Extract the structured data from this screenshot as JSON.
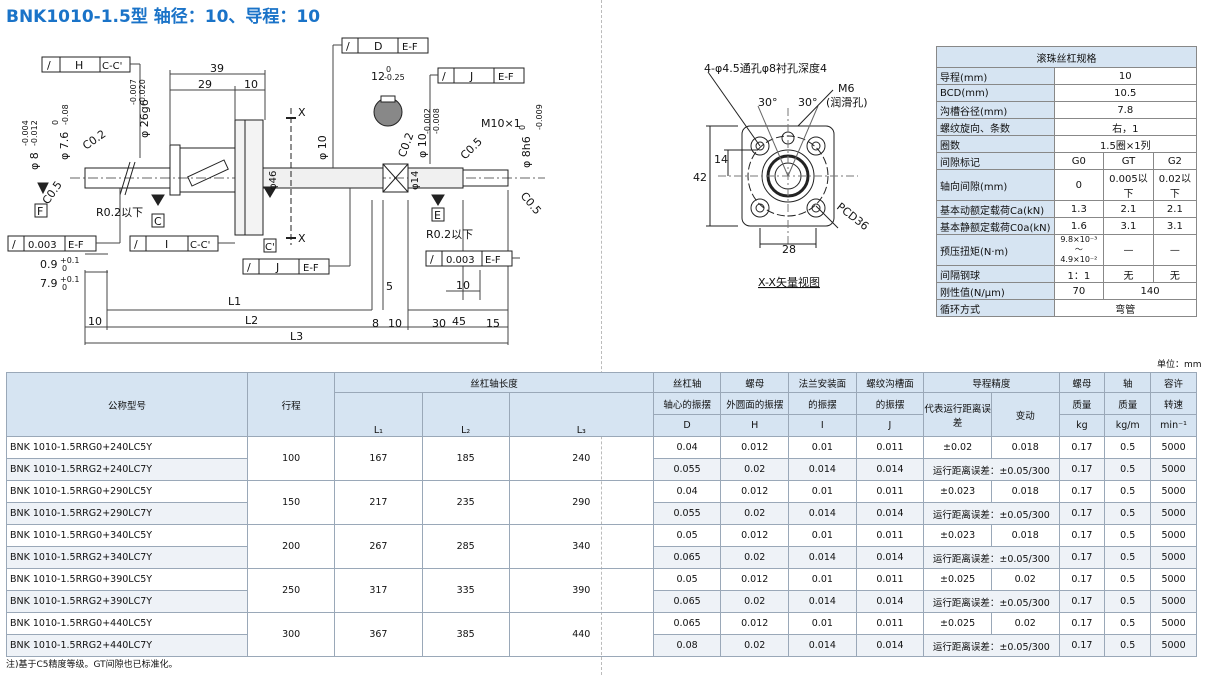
{
  "title": "BNK1010-1.5型 轴径：10、导程：10",
  "drawing": {
    "dims": {
      "d39": "39",
      "d29": "29",
      "d10a": "10",
      "d12": "12",
      "d12_tol_up": "0",
      "d12_tol_low": "-0.25",
      "m10": "M10×1",
      "phi26": "φ 26g6",
      "phi26_tol_up": "-0.007",
      "phi26_tol_low": "-0.020",
      "phi10": "φ 10",
      "phi10b": "φ 10",
      "phi10b_tol_up": "-0.002",
      "phi10b_tol_low": "-0.008",
      "phi8h6": "φ 8h6",
      "phi8h6_tol_up": "0",
      "phi8h6_tol_low": "-0.009",
      "phi8": "φ 8",
      "phi8_tol_up": "-0.004",
      "phi8_tol_low": "-0.012",
      "phi7_6": "φ 7.6",
      "phi7_6_tol": "-0.08",
      "phi7_6_tol_up": "0",
      "phi46": "φ46",
      "phi14": "φ14",
      "c02a": "C0.2",
      "c05a": "C0.5",
      "c02b": "C0.2",
      "c05b": "C0.5",
      "c05c": "C0.5",
      "r02a": "R0.2以下",
      "r02b": "R0.2以下",
      "d0_9": "0.9",
      "d0_9_tol_up": "+0.1",
      "d0_9_tol_low": "0",
      "d7_9": "7.9",
      "d7_9_tol_up": "+0.1",
      "d7_9_tol_low": "0",
      "d5": "5",
      "d8": "8",
      "d10b": "10",
      "d30": "30",
      "d15": "15",
      "d10c": "10",
      "d10d": "10",
      "d45": "45",
      "L1": "L1",
      "L2": "L2",
      "L3": "L3",
      "x": "X"
    },
    "frames": {
      "h": [
        "/",
        "H",
        "C-C'"
      ],
      "d": [
        "/",
        "D",
        "E-F"
      ],
      "j_top": [
        "/",
        "J",
        "E-F"
      ],
      "ef1": [
        "/",
        "0.003",
        "E-F"
      ],
      "i": [
        "/",
        "I",
        "C-C'"
      ],
      "j_bot": [
        "/",
        "J",
        "E-F"
      ],
      "ef2": [
        "/",
        "0.003",
        "E-F"
      ]
    },
    "datums": {
      "f": "F",
      "c": "C",
      "c2": "C'",
      "e": "E"
    },
    "end_view": {
      "holes": "4-φ4.5通孔φ8衬孔深度4",
      "m6": "M6",
      "lube": "(润滑孔)",
      "angle1": "30°",
      "angle2": "30°",
      "d14": "14",
      "d42": "42",
      "d28": "28",
      "pcd": "PCD36",
      "caption": "X-X矢量视图"
    }
  },
  "spec": {
    "header": "滚珠丝杠规格",
    "rows": [
      {
        "label": "导程(mm)",
        "value": "10"
      },
      {
        "label": "BCD(mm)",
        "value": "10.5"
      },
      {
        "label": "沟槽谷径(mm)",
        "value": "7.8"
      },
      {
        "label": "螺纹旋向、条数",
        "value": "右，1"
      },
      {
        "label": "圈数",
        "value": "1.5圈×1列"
      }
    ],
    "clearance_label": "间隙标记",
    "clearance": [
      "G0",
      "GT",
      "G2"
    ],
    "axial_label": "轴向间隙(mm)",
    "axial": [
      "0",
      "0.005以下",
      "0.02以下"
    ],
    "dyn_label": "基本动额定载荷Ca(kN)",
    "dyn": [
      "1.3",
      "2.1",
      "2.1"
    ],
    "stat_label": "基本静额定载荷C0a(kN)",
    "stat": [
      "1.6",
      "3.1",
      "3.1"
    ],
    "preload_label": "预压扭矩(N·m)",
    "preload_1": "9.8×10⁻³",
    "preload_2": "～4.9×10⁻²",
    "preload_gt": "—",
    "preload_g2": "—",
    "spacer_label": "间隔钢球",
    "spacer": [
      "1：1",
      "无",
      "无"
    ],
    "rigidity_label": "刚性值(N/μm)",
    "rigidity": [
      "70",
      "140"
    ],
    "circ_label": "循环方式",
    "circ": "弯管"
  },
  "unit": "单位：mm",
  "main_table": {
    "headers": {
      "model": "公称型号",
      "stroke": "行程",
      "shaft_len": "丝杠轴长度",
      "L1": "L₁",
      "L2": "L₂",
      "L3": "L₃",
      "d_1": "丝杠轴",
      "d_2": "轴心的振摆",
      "d_3": "D",
      "h_1": "螺母",
      "h_2": "外圆面的振摆",
      "h_3": "H",
      "i_1": "法兰安装面",
      "i_2": "的振摆",
      "i_3": "I",
      "j_1": "螺纹沟槽面",
      "j_2": "的振摆",
      "j_3": "J",
      "lead_acc": "导程精度",
      "rep": "代表运行距离误差",
      "var": "变动",
      "nut_1": "螺母",
      "nut_2": "质量",
      "nut_3": "kg",
      "shaft_1": "轴",
      "shaft_2": "质量",
      "shaft_3": "kg/m",
      "speed_1": "容许",
      "speed_2": "转速",
      "speed_3": "min⁻¹"
    },
    "groups": [
      {
        "stroke": "100",
        "L1": "167",
        "L2": "185",
        "L3": "240",
        "rows": [
          {
            "model": "BNK 1010-1.5RRG0+240LC5Y",
            "D": "0.04",
            "H": "0.012",
            "I": "0.01",
            "J": "0.011",
            "rep": "±0.02",
            "var": "0.018",
            "nut": "0.17",
            "shaft": "0.5",
            "speed": "5000"
          },
          {
            "model": "BNK 1010-1.5RRG2+240LC7Y",
            "D": "0.055",
            "H": "0.02",
            "I": "0.014",
            "J": "0.014",
            "lead": "运行距离误差：±0.05/300",
            "nut": "0.17",
            "shaft": "0.5",
            "speed": "5000"
          }
        ]
      },
      {
        "stroke": "150",
        "L1": "217",
        "L2": "235",
        "L3": "290",
        "rows": [
          {
            "model": "BNK 1010-1.5RRG0+290LC5Y",
            "D": "0.04",
            "H": "0.012",
            "I": "0.01",
            "J": "0.011",
            "rep": "±0.023",
            "var": "0.018",
            "nut": "0.17",
            "shaft": "0.5",
            "speed": "5000"
          },
          {
            "model": "BNK 1010-1.5RRG2+290LC7Y",
            "D": "0.055",
            "H": "0.02",
            "I": "0.014",
            "J": "0.014",
            "lead": "运行距离误差：±0.05/300",
            "nut": "0.17",
            "shaft": "0.5",
            "speed": "5000"
          }
        ]
      },
      {
        "stroke": "200",
        "L1": "267",
        "L2": "285",
        "L3": "340",
        "rows": [
          {
            "model": "BNK 1010-1.5RRG0+340LC5Y",
            "D": "0.05",
            "H": "0.012",
            "I": "0.01",
            "J": "0.011",
            "rep": "±0.023",
            "var": "0.018",
            "nut": "0.17",
            "shaft": "0.5",
            "speed": "5000"
          },
          {
            "model": "BNK 1010-1.5RRG2+340LC7Y",
            "D": "0.065",
            "H": "0.02",
            "I": "0.014",
            "J": "0.014",
            "lead": "运行距离误差：±0.05/300",
            "nut": "0.17",
            "shaft": "0.5",
            "speed": "5000"
          }
        ]
      },
      {
        "stroke": "250",
        "L1": "317",
        "L2": "335",
        "L3": "390",
        "rows": [
          {
            "model": "BNK 1010-1.5RRG0+390LC5Y",
            "D": "0.05",
            "H": "0.012",
            "I": "0.01",
            "J": "0.011",
            "rep": "±0.025",
            "var": "0.02",
            "nut": "0.17",
            "shaft": "0.5",
            "speed": "5000"
          },
          {
            "model": "BNK 1010-1.5RRG2+390LC7Y",
            "D": "0.065",
            "H": "0.02",
            "I": "0.014",
            "J": "0.014",
            "lead": "运行距离误差：±0.05/300",
            "nut": "0.17",
            "shaft": "0.5",
            "speed": "5000"
          }
        ]
      },
      {
        "stroke": "300",
        "L1": "367",
        "L2": "385",
        "L3": "440",
        "rows": [
          {
            "model": "BNK 1010-1.5RRG0+440LC5Y",
            "D": "0.065",
            "H": "0.012",
            "I": "0.01",
            "J": "0.011",
            "rep": "±0.025",
            "var": "0.02",
            "nut": "0.17",
            "shaft": "0.5",
            "speed": "5000"
          },
          {
            "model": "BNK 1010-1.5RRG2+440LC7Y",
            "D": "0.08",
            "H": "0.02",
            "I": "0.014",
            "J": "0.014",
            "lead": "运行距离误差：±0.05/300",
            "nut": "0.17",
            "shaft": "0.5",
            "speed": "5000"
          }
        ]
      }
    ]
  },
  "note": "注)基于C5精度等级。GT间隙也已标准化。"
}
